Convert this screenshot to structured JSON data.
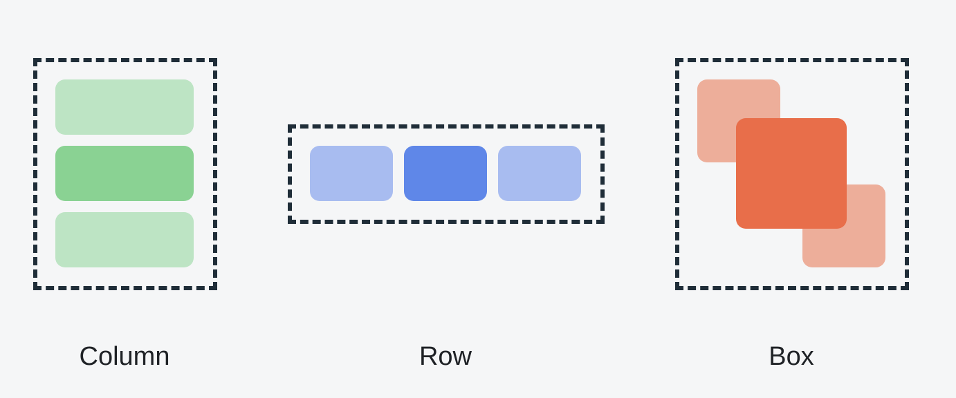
{
  "labels": {
    "column": "Column",
    "row": "Row",
    "box": "Box"
  },
  "colors": {
    "background": "#f5f6f7",
    "frame_border": "#1f2d38",
    "column_light": "#bde4c4",
    "column_dark": "#8ad293",
    "row_light": "#a8bcf0",
    "row_dark": "#5f87e8",
    "box_light": "#edae9a",
    "box_dark": "#e86e4a",
    "label_text": "#1f2226"
  }
}
